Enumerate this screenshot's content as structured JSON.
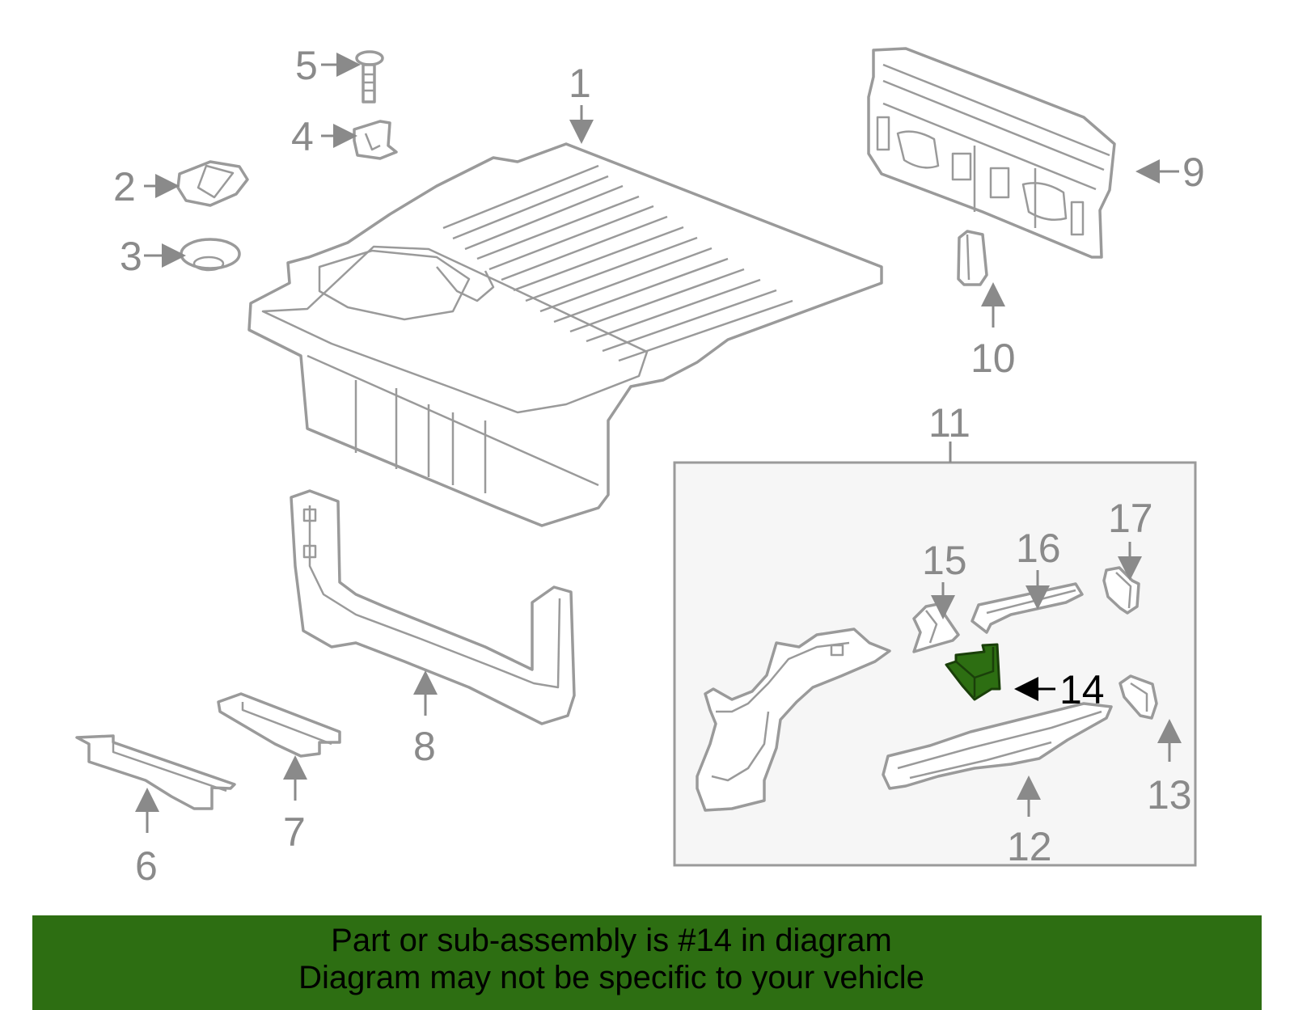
{
  "callouts": {
    "c1": "1",
    "c2": "2",
    "c3": "3",
    "c4": "4",
    "c5": "5",
    "c6": "6",
    "c7": "7",
    "c8": "8",
    "c9": "9",
    "c10": "10",
    "c11": "11",
    "c12": "12",
    "c13": "13",
    "c14": "14",
    "c15": "15",
    "c16": "16",
    "c17": "17"
  },
  "highlight": {
    "part": "14",
    "color": "#2d6e12"
  },
  "banner": {
    "line1": "Part or sub-assembly is #14 in diagram",
    "line2": "Diagram may not be specific to your vehicle",
    "background": "#2d6e12"
  }
}
